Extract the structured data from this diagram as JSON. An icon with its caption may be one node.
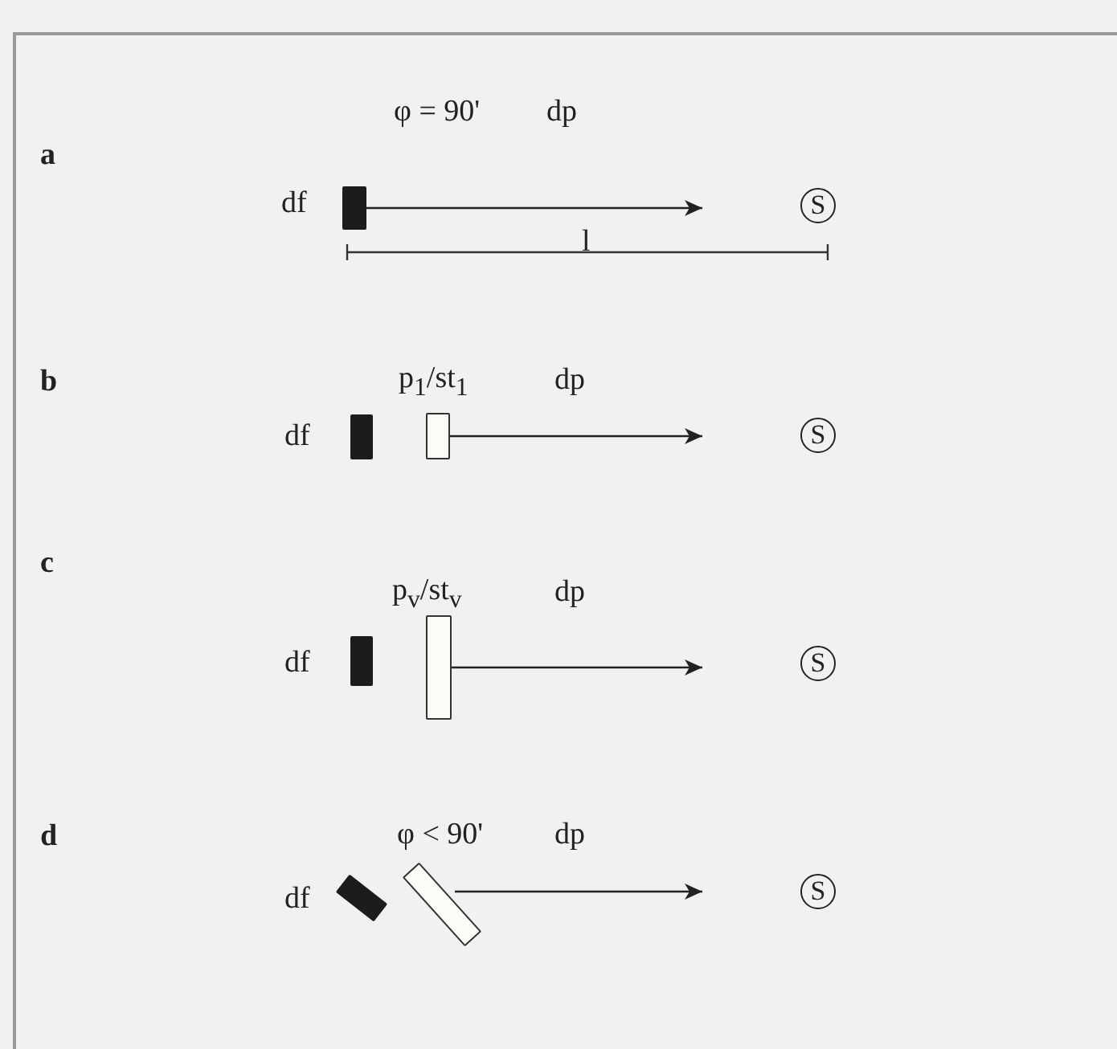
{
  "diagram": {
    "nodes": [
      {
        "text": [],
        "shape": "bar",
        "beside": [
          "df"
        ]
      },
      {
        "text": [
          "S"
        ]
      },
      {
        "text": [],
        "shape": "bar",
        "beside": [
          "df"
        ]
      },
      {
        "text": [],
        "shape": "box",
        "beside": [
          "p$_{1}$/st$_{1}$"
        ]
      },
      {
        "text": [
          "S"
        ]
      },
      {
        "text": [],
        "shape": "bar",
        "beside": [
          "df"
        ]
      },
      {
        "text": [],
        "shape": "box",
        "beside": [
          "p$_{v}$/st$_{v}$"
        ]
      },
      {
        "text": [
          "S"
        ]
      },
      {
        "text": [],
        "shape": "bar",
        "beside": [
          "df"
        ]
      },
      {
        "text": [],
        "shape": "box"
      },
      {
        "text": [
          "S"
        ]
      }
    ],
    "edges": [
      {
        "from": 0,
        "to": null,
        "arrow": "to",
        "label": "dp"
      },
      {
        "from": 3,
        "to": null,
        "arrow": "to",
        "label": "dp"
      },
      {
        "from": 6,
        "to": null,
        "arrow": "to",
        "label": "dp"
      },
      {
        "from": 9,
        "to": null,
        "arrow": "to",
        "label": "dp"
      }
    ],
    "labels": [
      "a",
      "φ = 90'",
      "l",
      "b",
      "c",
      "d",
      "φ < 90'"
    ]
  }
}
